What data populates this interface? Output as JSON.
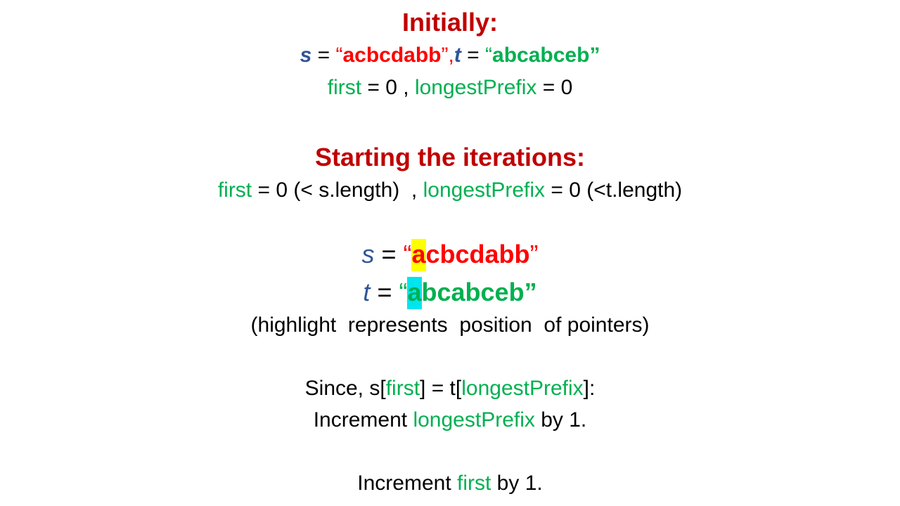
{
  "initially": {
    "heading": "Initially:",
    "s_var": "s",
    "eq": " = ",
    "open_q": "“",
    "s_value": "acbcdabb",
    "s_close_comma": "”,",
    "t_var": "t",
    "t_value": "abcabceb",
    "t_close": "”",
    "first_label": "first",
    "first_eq": " = 0 , ",
    "lp_label": "longestPrefix",
    "lp_eq": " = 0"
  },
  "iterations": {
    "heading": "Starting the iterations:",
    "first_label": "first",
    "first_cond": " = 0 (< s.length)  , ",
    "lp_label": "longestPrefix",
    "lp_cond": " = 0 (<t.length)"
  },
  "pointers": {
    "s_var": "s",
    "t_var": "t",
    "eq": " = ",
    "open_q": "“",
    "close_q": "”",
    "s_highlight": "a",
    "s_rest": "cbcdabb",
    "t_highlight": "a",
    "t_rest": "bcabceb",
    "note": "(highlight  represents  position  of pointers)",
    "highlight_colors": {
      "s": "#ffff00",
      "t": "#00e5ee"
    }
  },
  "since": {
    "prefix": "Since, s[",
    "first_label": "first",
    "mid": "] = t[",
    "lp_label": "longestPrefix",
    "suffix": "]:",
    "inc_prefix": "Increment ",
    "inc_lp_label": "longestPrefix",
    "inc_suffix": " by 1."
  },
  "increment_first": {
    "prefix": "Increment ",
    "first_label": "first",
    "suffix": " by 1."
  },
  "colors": {
    "heading": "#c00000",
    "variable_green": "#00b050",
    "string_red": "#ff0000",
    "var_blue": "#2f5597"
  }
}
